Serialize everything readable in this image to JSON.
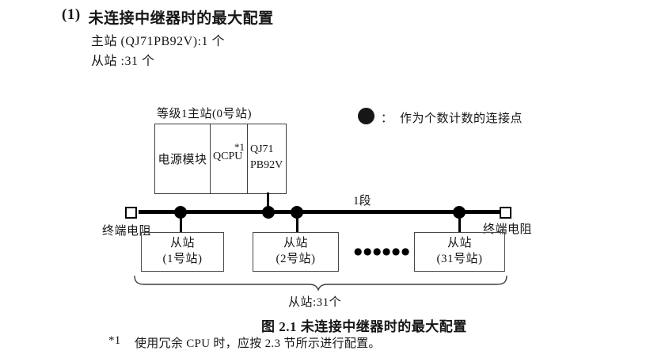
{
  "colors": {
    "ink": "#161616",
    "bus_line": "#000000",
    "box_border": "#3f3f3f"
  },
  "header": {
    "number": "(1)",
    "title": "未连接中继器时的最大配置",
    "master_line": "主站 (QJ71PB92V):1 个",
    "slave_line": "从站 :31 个"
  },
  "legend": {
    "symbol": "connection-point-dot",
    "text": "：  作为个数计数的连接点"
  },
  "diagram": {
    "master_station": {
      "label": "等级1主站(0号站)",
      "cells": [
        "电源模块",
        "QCPU",
        "QJ71\nPB92V"
      ],
      "note_ref": "*1"
    },
    "segment_label": "1段",
    "left_terminator": "终端电阻",
    "right_terminator": "终端电阻",
    "slaves": [
      "从站\n(1号站)",
      "从站\n(2号站)",
      "从站\n(31号站)"
    ],
    "ellipsis": "●●●●●●",
    "brace_label": "从站:31个"
  },
  "caption": "图 2.1 未连接中继器时的最大配置",
  "footnote": {
    "marker": "*1",
    "text": "使用冗余 CPU 时，应按 2.3 节所示进行配置。"
  }
}
